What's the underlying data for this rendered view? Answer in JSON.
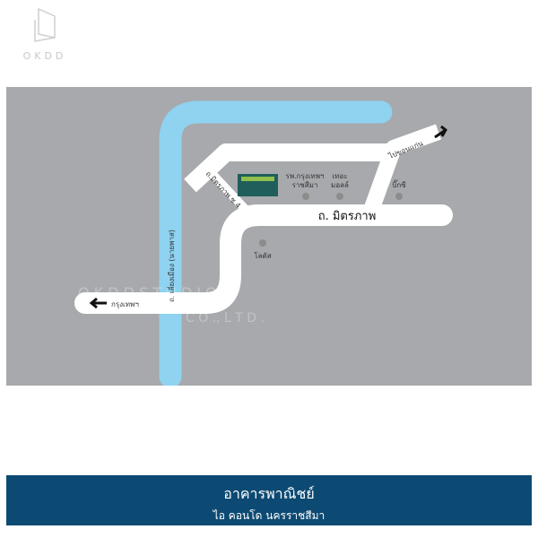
{
  "brand": {
    "logo_text": "OKDD"
  },
  "map": {
    "colors": {
      "background": "#a7a9ac",
      "river": "#8fd3f0",
      "road": "#ffffff",
      "marker": "#8c8c8c"
    },
    "labels": {
      "bypass_road": "ถ. เลี่ยงเมือง (นายพาส)",
      "mittraphap_road": "ถ. มิตรภาพ",
      "soi": "ถ.มิตรภาพ ซ.4",
      "to_khon_kaen": "ไปขอนแก่น",
      "to_bangkok": "กรุงเทพฯ",
      "hospital_1": "รพ.กรุงเทพฯ",
      "hospital_2": "ราชสีมา",
      "mall_1": "เทอะ",
      "mall_2": "มอลล์",
      "bigc": "บิ๊กซี",
      "lotus": "โลตัส"
    },
    "watermark": {
      "line1": "O K D D   S T U D I O",
      "line2": "C O .,  L T D ."
    }
  },
  "footer": {
    "title": "อาคารพาณิชย์",
    "subtitle": "ไอ คอนโด นครราชสีมา",
    "color": "#0d4a73"
  }
}
